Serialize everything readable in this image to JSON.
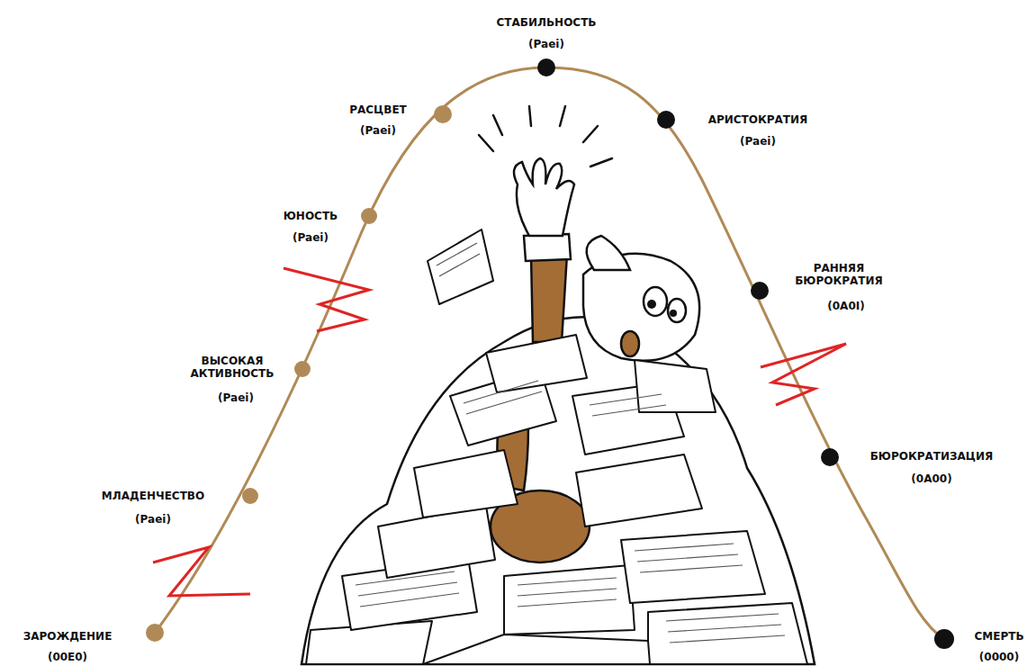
{
  "diagram": {
    "labels": [
      "ЗАРОЖДЕНИЕ",
      "(00E0)",
      "МЛАДЕНЧЕСТВО",
      "(Paei)",
      "ВЫСОКАЯ АКТИВНОСТЬ",
      "(Paei)",
      "ЮНОСТЬ",
      "(Paei)",
      "РАСЦВЕТ",
      "(Paei)",
      "СТАБИЛЬНОСТЬ",
      "(Paei)",
      "АРИСТОКРАТИЯ",
      "(Paei)",
      "РАННЯЯ БЮРОКРАТИЯ",
      "(0A0I)",
      "БЮРОКРАТИЗАЦИЯ",
      "(0A00)",
      "СМЕРТЬ",
      "(0000)"
    ]
  }
}
